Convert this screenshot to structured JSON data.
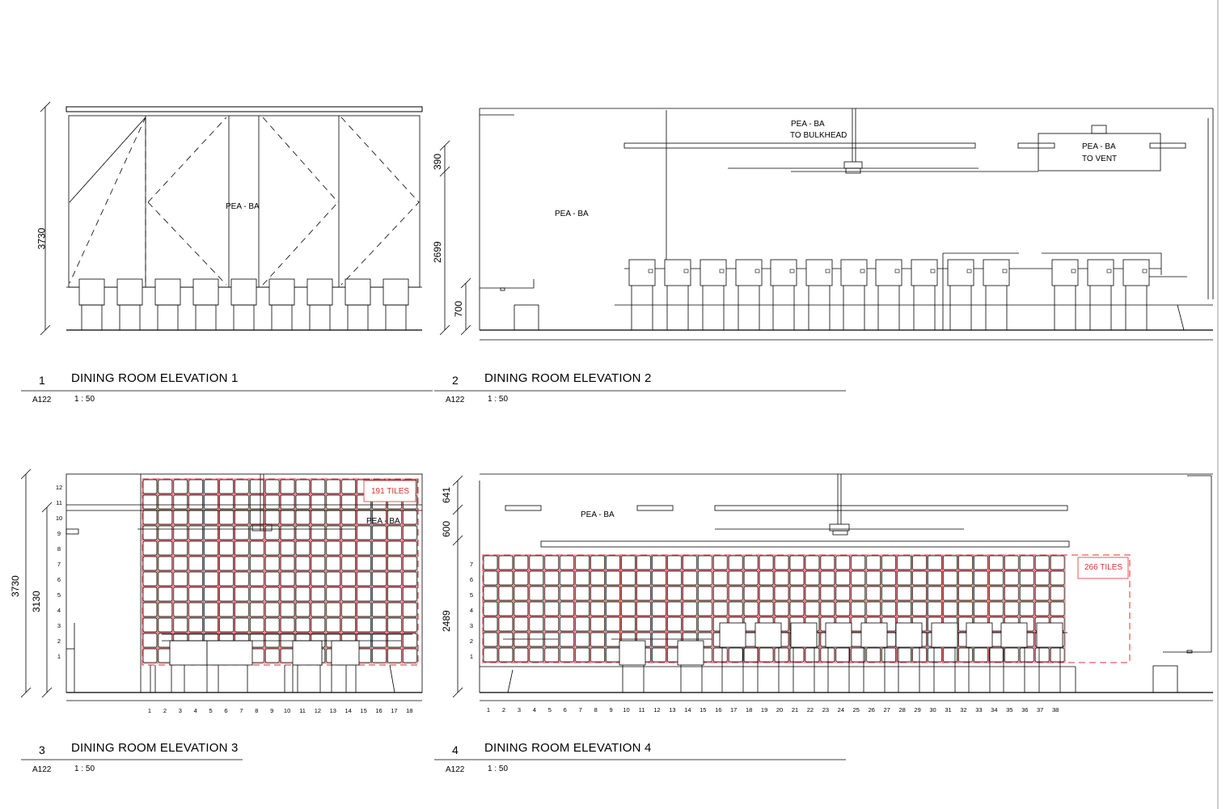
{
  "sheet_ref": "A122",
  "elevations": [
    {
      "number": "1",
      "title": "DINING ROOM ELEVATION 1",
      "ref": "A122",
      "scale": "1 : 50",
      "dims": [
        "3730"
      ],
      "notes": [
        "PEA - BA"
      ]
    },
    {
      "number": "2",
      "title": "DINING ROOM ELEVATION 2",
      "ref": "A122",
      "scale": "1 : 50",
      "dims": [
        "390",
        "2699",
        "700"
      ],
      "notes": [
        "PEA - BA",
        "TO BULKHEAD",
        "PEA - BA",
        "TO VENT",
        "PEA - BA"
      ]
    },
    {
      "number": "3",
      "title": "DINING ROOM ELEVATION 3",
      "ref": "A122",
      "scale": "1 : 50",
      "dims": [
        "3730",
        "3130"
      ],
      "notes": [
        "PEA - BA"
      ],
      "tile_label": "191 TILES",
      "rows": 12,
      "cols": 18
    },
    {
      "number": "4",
      "title": "DINING ROOM ELEVATION 4",
      "ref": "A122",
      "scale": "1 : 50",
      "dims": [
        "641",
        "600",
        "2489"
      ],
      "notes": [
        "PEA - BA"
      ],
      "tile_label": "266 TILES",
      "rows": 7,
      "cols": 38
    }
  ],
  "colors": {
    "line": "#000000",
    "tile_markup": "#e03030"
  }
}
